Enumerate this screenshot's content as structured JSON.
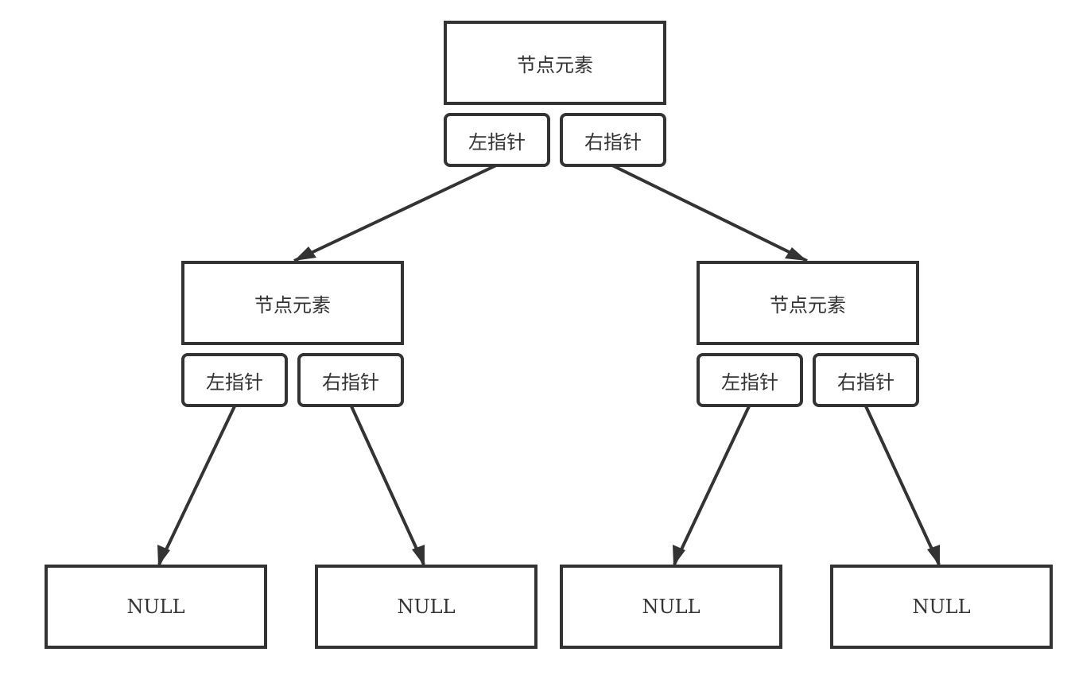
{
  "colors": {
    "stroke": "#333333",
    "background": "#ffffff"
  },
  "tree": {
    "root": {
      "element": "节点元素",
      "left_pointer": "左指针",
      "right_pointer": "右指针"
    },
    "left_child": {
      "element": "节点元素",
      "left_pointer": "左指针",
      "right_pointer": "右指针"
    },
    "right_child": {
      "element": "节点元素",
      "left_pointer": "左指针",
      "right_pointer": "右指针"
    },
    "leaves": [
      {
        "label": "NULL"
      },
      {
        "label": "NULL"
      },
      {
        "label": "NULL"
      },
      {
        "label": "NULL"
      }
    ]
  }
}
